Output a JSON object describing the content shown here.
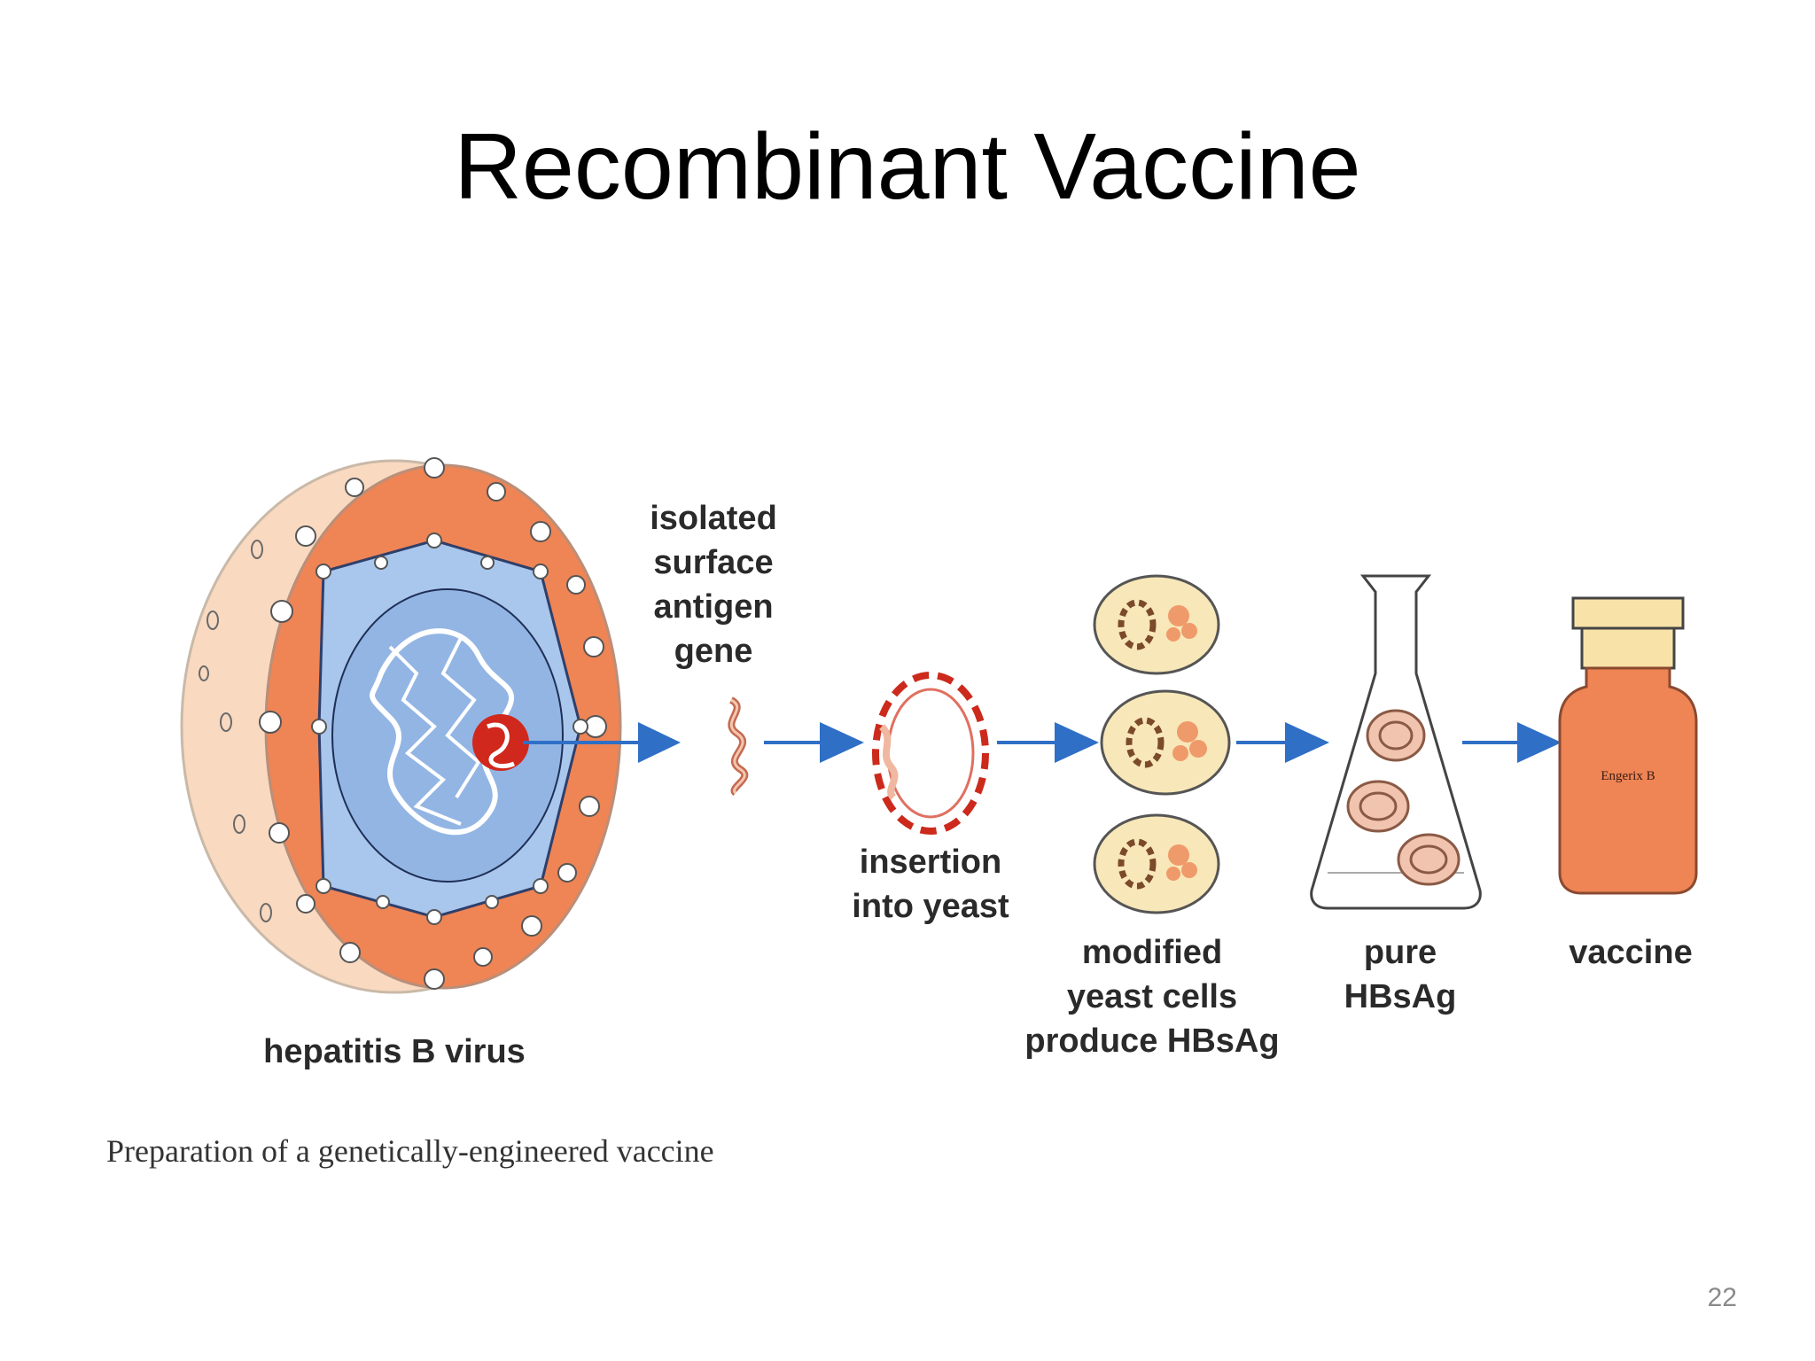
{
  "slide": {
    "title": "Recombinant Vaccine",
    "slide_number": "22"
  },
  "figure": {
    "labels": {
      "hepatitis_b_virus": "hepatitis B virus",
      "isolated_gene": [
        "isolated",
        "surface",
        "antigen",
        "gene"
      ],
      "insertion_into_yeast": [
        "insertion",
        "into yeast"
      ],
      "modified_yeast_cells": [
        "modified",
        "yeast cells",
        "produce HBsAg"
      ],
      "pure_hbsag": [
        "pure",
        "HBsAg"
      ],
      "vaccine": "vaccine",
      "vial_label": "Engerix B"
    },
    "caption": "Preparation of a genetically-engineered vaccine",
    "colors": {
      "virus_outer": "#f9d9c0",
      "virus_ring": "#ef8455",
      "virus_core": "#a9c6ec",
      "dna": "#ffffff",
      "gene_highlight": "#d0281c",
      "arrow": "#2f6fc6",
      "plasmid": "#cc2a1c",
      "yeast_cell": "#f8e7b8",
      "vial_body": "#ef8455",
      "vial_cap": "#f8e2a8"
    }
  }
}
